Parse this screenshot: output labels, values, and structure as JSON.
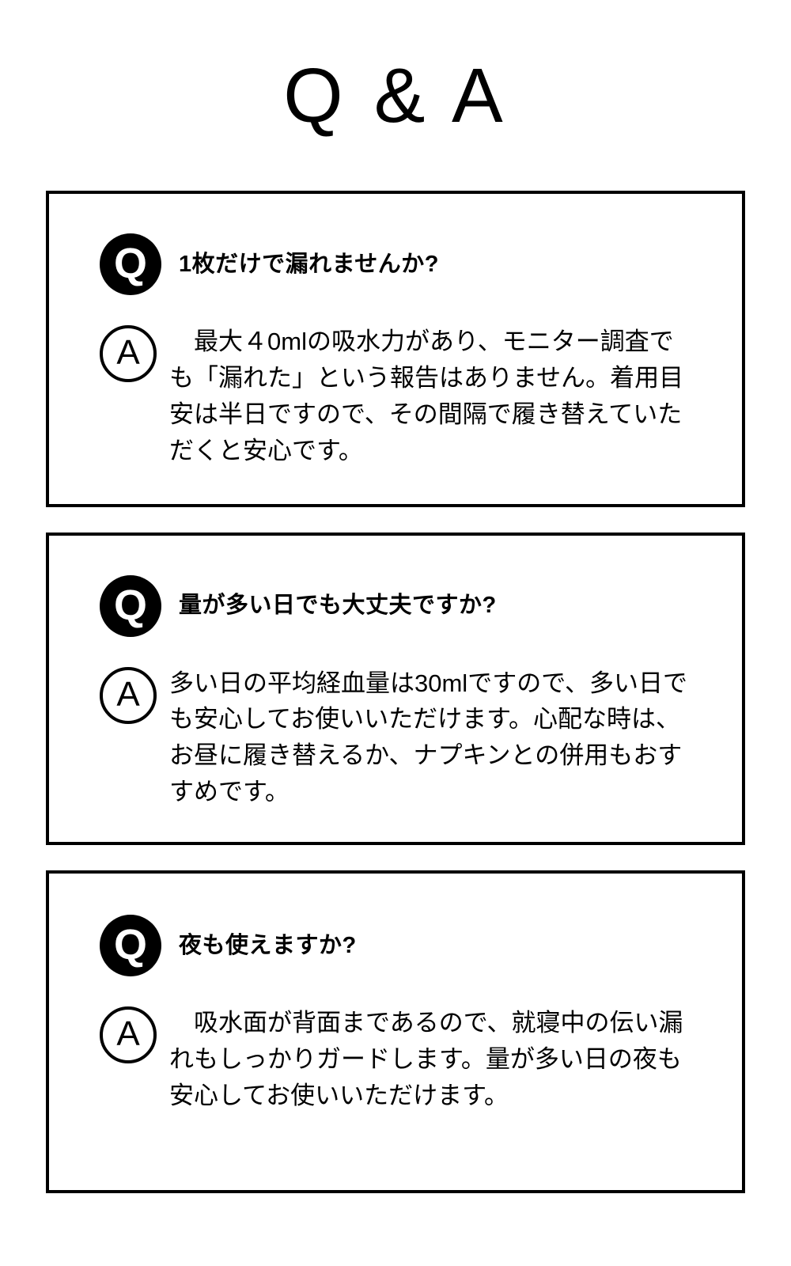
{
  "page": {
    "title": "Q & A",
    "background_color": "#ffffff",
    "text_color": "#000000"
  },
  "badges": {
    "question_label": "Q",
    "answer_label": "A"
  },
  "cards": [
    {
      "question": "1枚だけで漏れませんか?",
      "answer": "　最大４0mlの吸水力があり、モニター調査でも「漏れた」という報告はありません。着用目安は半日ですので、その間隔で履き替えていただくと安心です。"
    },
    {
      "question": "量が多い日でも大丈夫ですか?",
      "answer": "多い日の平均経血量は30mlですので、多い日でも安心してお使いいただけます。心配な時は、お昼に履き替えるか、ナプキンとの併用もおすすめです。"
    },
    {
      "question": "夜も使えますか?",
      "answer": "　吸水面が背面まであるので、就寝中の伝い漏れもしっかりガードします。量が多い日の夜も安心してお使いいただけます。"
    }
  ]
}
